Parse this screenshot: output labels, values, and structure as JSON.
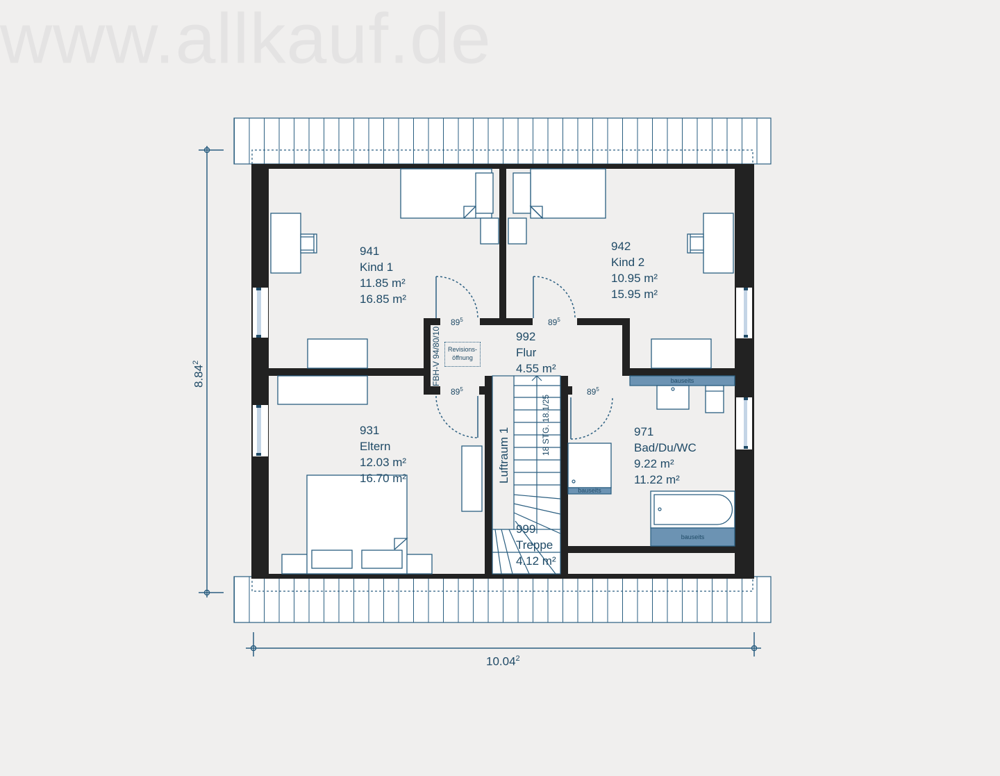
{
  "watermark": "www.allkauf.de",
  "colors": {
    "background": "#f0efee",
    "wall": "#222222",
    "line": "#2a5e80",
    "text": "#1f4a66",
    "built_in_fill": "#6c93b3",
    "window_glass": "#c4d5e6"
  },
  "rooms": [
    {
      "id": "941",
      "name": "Kind 1",
      "area_net": "11.85 m²",
      "area_gross": "16.85 m²"
    },
    {
      "id": "942",
      "name": "Kind 2",
      "area_net": "10.95 m²",
      "area_gross": "15.95 m²"
    },
    {
      "id": "992",
      "name": "Flur",
      "area_net": "4.55 m²"
    },
    {
      "id": "931",
      "name": "Eltern",
      "area_net": "12.03 m²",
      "area_gross": "16.70 m²"
    },
    {
      "id": "971",
      "name": "Bad/Du/WC",
      "area_net": "9.22 m²",
      "area_gross": "11.22 m²"
    },
    {
      "id": "999",
      "name": "Treppe",
      "area_net": "4.12 m²"
    }
  ],
  "doors": {
    "width_main": "89",
    "width_sup": "5"
  },
  "annotations": {
    "luftraum": "Luftraum 1",
    "stairs": "18 STG. 18.1/25",
    "fbh": "FBH-V 94/80/10",
    "revision_line1": "Revisions-",
    "revision_line2": "öffnung",
    "bauseits": "bauseits"
  },
  "dimensions": {
    "height_main": "8.84",
    "height_sup": "2",
    "width_main": "10.04",
    "width_sup": "2"
  }
}
